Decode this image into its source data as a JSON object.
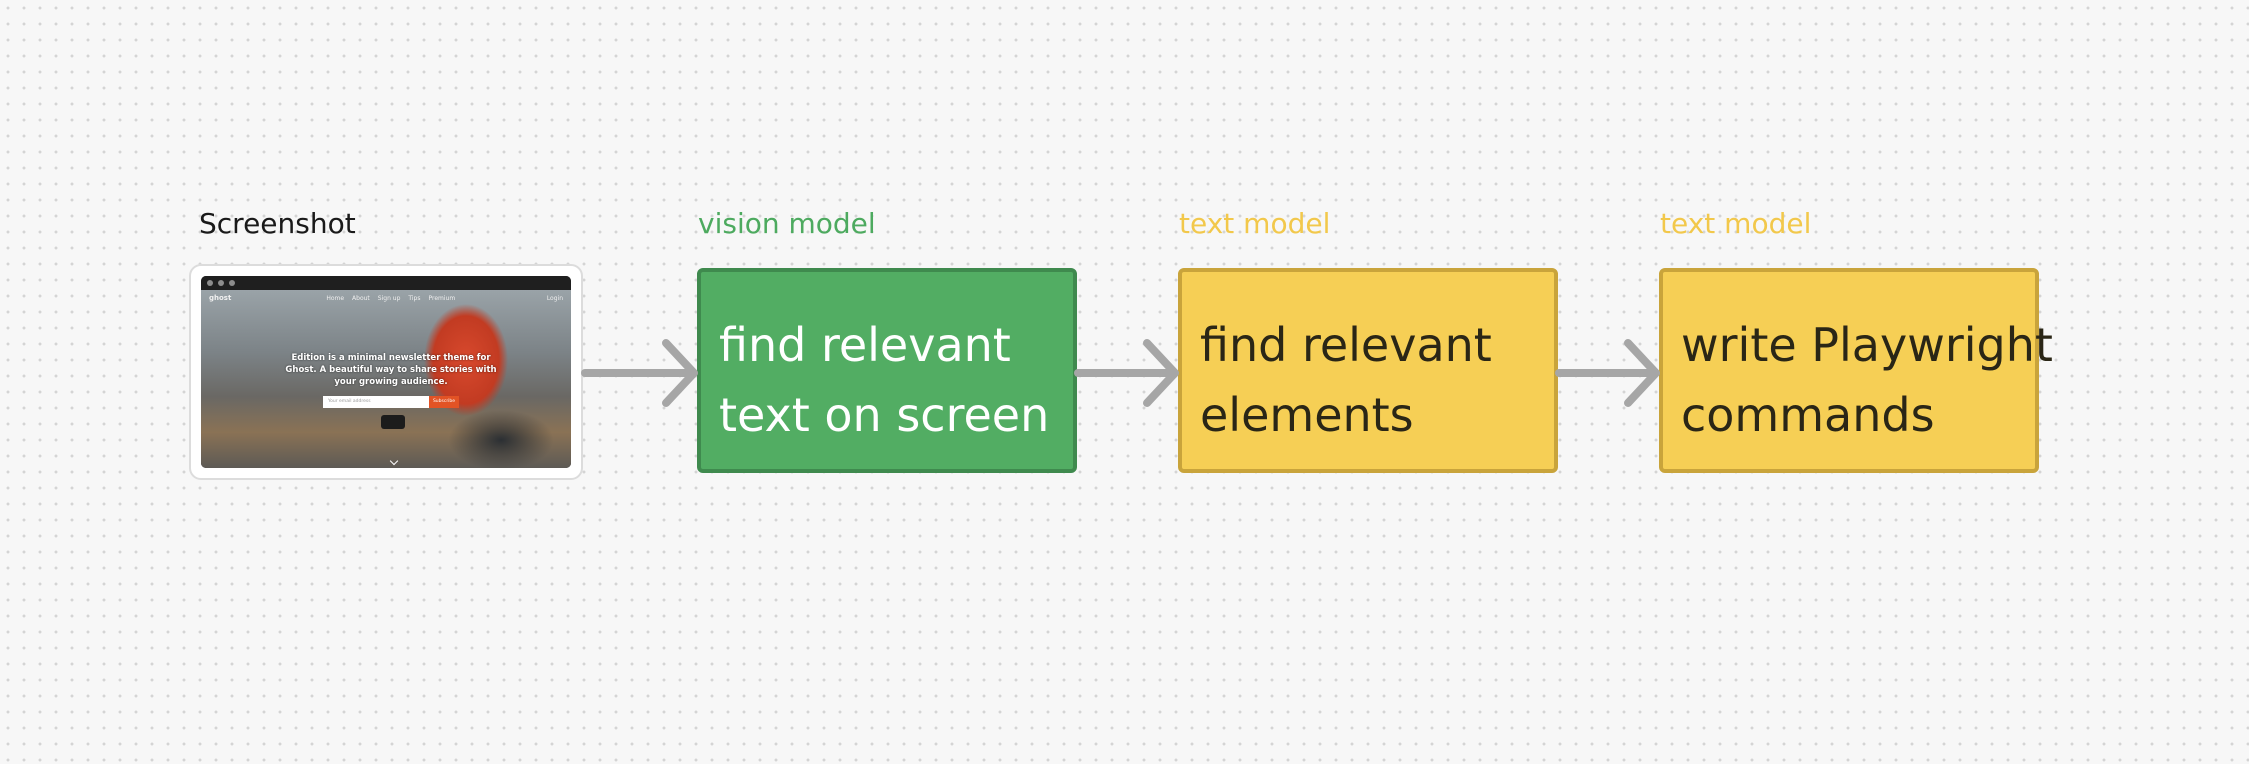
{
  "diagram": {
    "screenshot": {
      "label": "Screenshot",
      "thumbnail": {
        "nav_logo": "ghost",
        "nav_links": [
          "Home",
          "About",
          "Sign up",
          "Tips",
          "Premium"
        ],
        "nav_login": "Login",
        "headline": "Edition is a minimal newsletter theme for Ghost. A beautiful way to share stories with your growing audience.",
        "email_placeholder": "Your email address",
        "subscribe_label": "Subscribe"
      }
    },
    "steps": [
      {
        "model": "vision model",
        "text": [
          "find relevant",
          "text on screen"
        ],
        "color": "#52ad63"
      },
      {
        "model": "text model",
        "text": [
          "find relevant",
          "elements"
        ],
        "color": "#f6cf55"
      },
      {
        "model": "text model",
        "text": [
          "write Playwright",
          "commands"
        ],
        "color": "#f6cf55"
      }
    ],
    "arrow_color": "#a6a6a6",
    "dot_grid_color": "#d4d4d4"
  }
}
